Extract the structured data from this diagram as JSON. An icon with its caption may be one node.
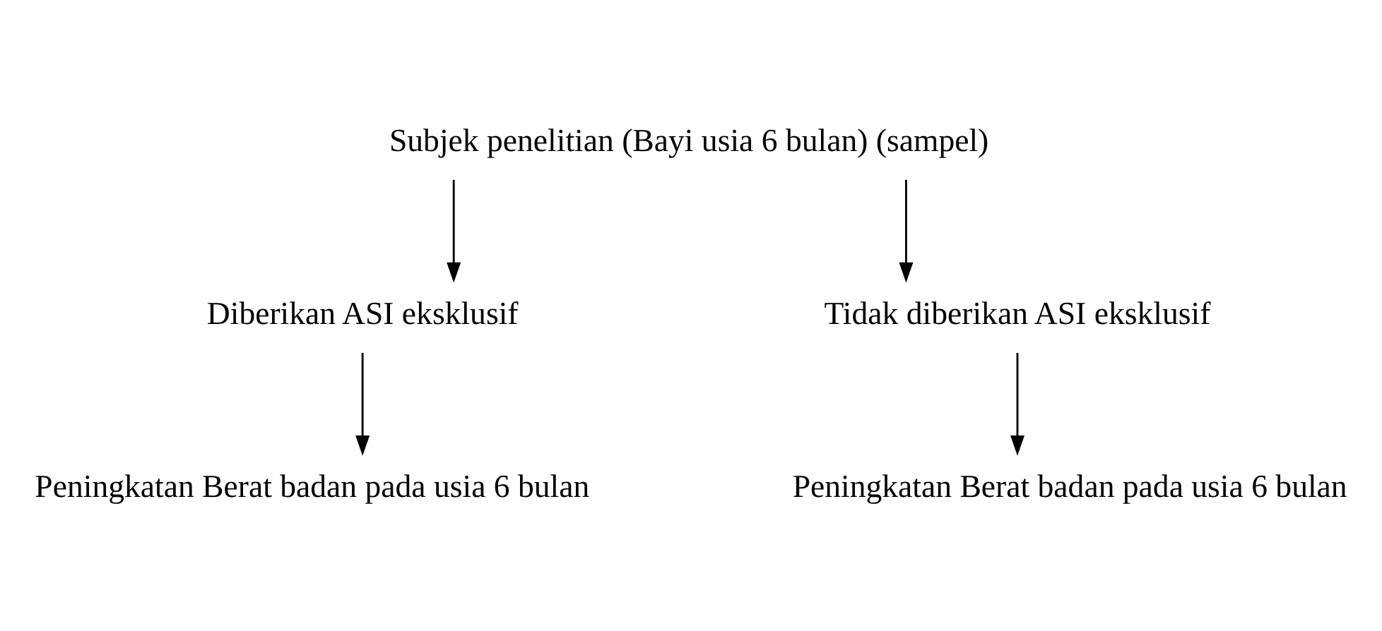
{
  "diagram": {
    "nodes": [
      {
        "text": [
          "Subjek penelitian (Bayi usia 6 bulan) (sampel)"
        ]
      },
      {
        "text": [
          "Diberikan ASI eksklusif"
        ]
      },
      {
        "text": [
          "Tidak diberikan ASI eksklusif"
        ]
      },
      {
        "text": [
          "Peningkatan Berat badan pada usia 6 bulan"
        ]
      },
      {
        "text": [
          "Peningkatan Berat badan pada usia 6 bulan"
        ]
      }
    ],
    "edges": [
      {
        "from": 0,
        "to": 1,
        "arrow": "to"
      },
      {
        "from": 0,
        "to": 2,
        "arrow": "to"
      },
      {
        "from": 1,
        "to": 3,
        "arrow": "to"
      },
      {
        "from": 2,
        "to": 4,
        "arrow": "to"
      }
    ]
  }
}
